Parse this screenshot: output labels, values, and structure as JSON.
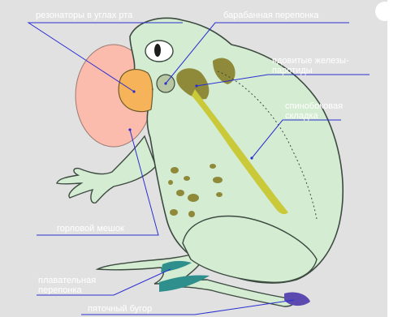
{
  "labels": {
    "resonators": "резонаторы в углах рта",
    "eardrum": "барабанная перепонка",
    "parotid_line1": "ядовитые железы-",
    "parotid_line2": "паротиды",
    "dorsolateral_line1": "спинобоковая",
    "dorsolateral_line2": "складка",
    "throat_sac": "горловой мешок",
    "webbing_line1": "плавательная",
    "webbing_line2": "перепонка",
    "heel_tubercle": "пяточный бугор"
  },
  "colors": {
    "background": "#e1e1e1",
    "body": "#d4ecd2",
    "outline": "#3c4a40",
    "resonator": "#f6b35a",
    "throat_sac": "#fbbcae",
    "eardrum": "#b8c6a2",
    "parotid": "#8f8a3a",
    "fold": "#c9c93a",
    "webbing": "#2f8f8c",
    "heel_tubercle": "#5d4ab0",
    "leader_lines": "#2a2fd0",
    "label_text": "#ffffff"
  }
}
